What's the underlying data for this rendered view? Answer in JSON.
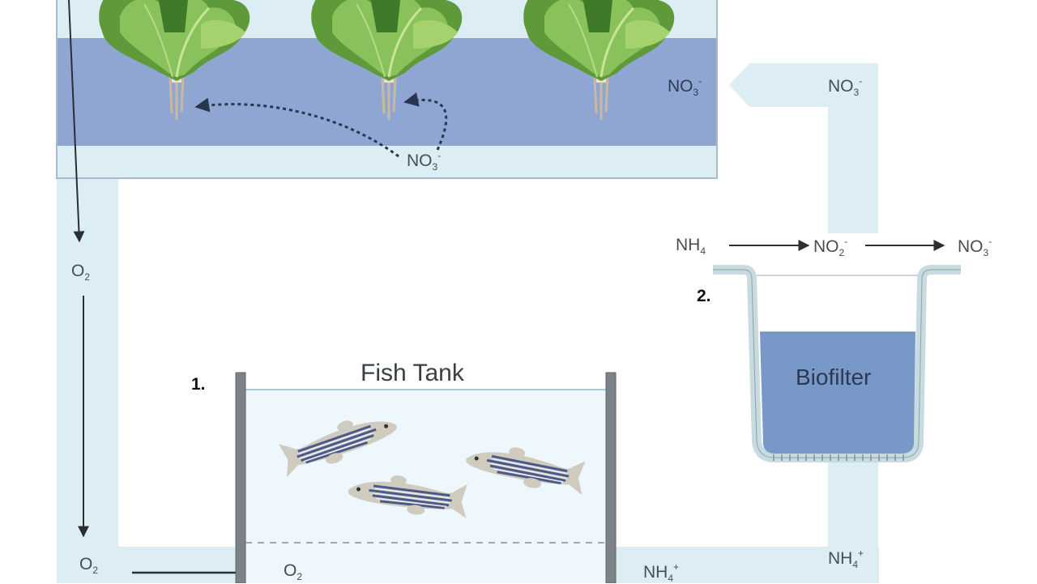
{
  "diagram": {
    "type": "aquaponics-nitrogen-cycle",
    "components": {
      "fish_tank": {
        "number": "1.",
        "title": "Fish Tank",
        "fish_count": 3
      },
      "biofilter": {
        "number": "2.",
        "title": "Biofilter"
      },
      "grow_bed": {
        "plant_count": 3
      }
    },
    "nitrification": {
      "steps": [
        {
          "base": "NH",
          "sub": "4",
          "sup": ""
        },
        {
          "base": "NO",
          "sub": "2",
          "sup": "-"
        },
        {
          "base": "NO",
          "sub": "3",
          "sup": "-"
        }
      ]
    },
    "flow_labels": {
      "grow_bed_no3_inner": {
        "base": "NO",
        "sub": "3",
        "sup": "-"
      },
      "grow_bed_no3_pipe": {
        "base": "NO",
        "sub": "3",
        "sup": "-"
      },
      "grow_bed_no3_uptake": {
        "base": "NO",
        "sub": "3",
        "sup": "-"
      },
      "o2_left_upper": {
        "base": "O",
        "sub": "2",
        "sup": ""
      },
      "o2_left_lower": {
        "base": "O",
        "sub": "2",
        "sup": ""
      },
      "o2_tank_inlet": {
        "base": "O",
        "sub": "2",
        "sup": ""
      },
      "nh4_tank_outlet": {
        "base": "NH",
        "sub": "4",
        "sup": "+"
      },
      "nh4_biofilter_inlet": {
        "base": "NH",
        "sub": "4",
        "sup": "+"
      }
    },
    "colors": {
      "pipe": "#dceef4",
      "grow_bed_water": "#8fa6d2",
      "grow_bed_frame": "#dceef4",
      "biofilter_water": "#7898c8",
      "tank_water": "#eef7fb",
      "tank_wall": "#7c8388",
      "arrow": "#2a2f35"
    }
  }
}
